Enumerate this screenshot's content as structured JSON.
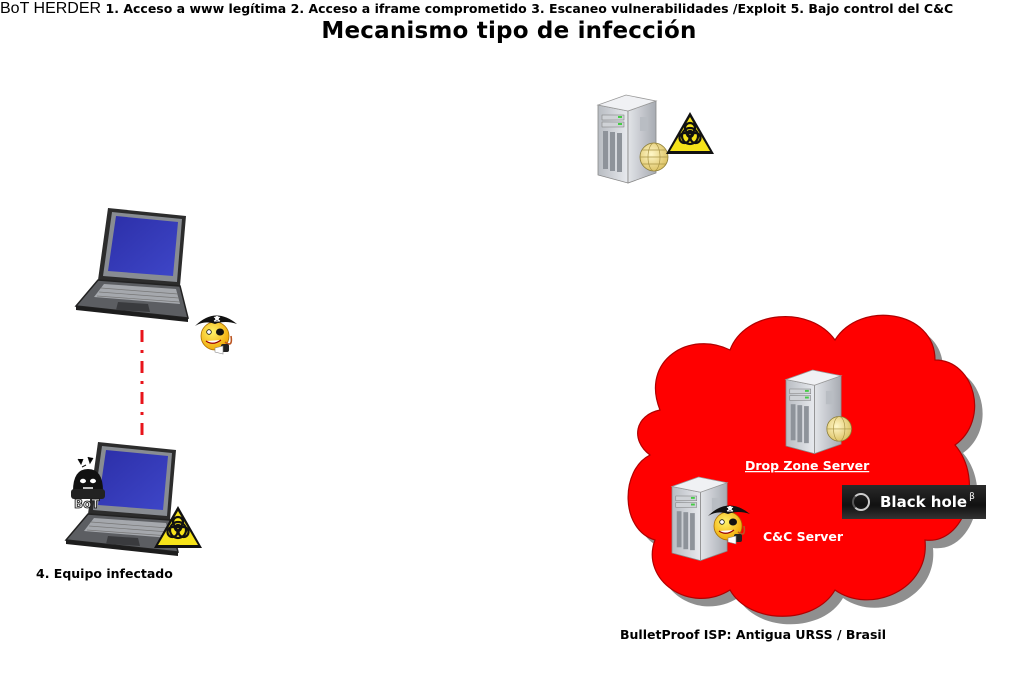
{
  "title": "Mecanismo tipo de infección",
  "arrows": [
    {
      "id": 1,
      "label": "1. Acceso a www legítima",
      "from": "laptop-user",
      "to": "legit-web-server"
    },
    {
      "id": 2,
      "label": "2. Acceso a iframe comprometido",
      "from": "laptop-user",
      "to": "drop-zone-server"
    },
    {
      "id": 3,
      "label": "3. Escaneo vulnerabilidades /Exploit",
      "from": "cc-server",
      "to": "laptop-user"
    },
    {
      "id": 5,
      "label": "5. Bajo control del C&C",
      "from": "infected-laptop",
      "to": "cc-server"
    }
  ],
  "nodes": {
    "infected_label": "4. Equipo infectado",
    "drop_zone_label": "Drop Zone Server",
    "cc_label": "C&C Server",
    "isp_label": "BulletProof  ISP: Antigua URSS / Brasil",
    "blackhole_brand": "Black hole",
    "blackhole_suffix": "β",
    "bot_text": "BoT",
    "herder_text": "HERDER"
  },
  "colors": {
    "cloud": "#ff0000",
    "dashed_link": "#e8141b",
    "screen": "#2b2fa0",
    "hazard": "#f6e31a"
  }
}
